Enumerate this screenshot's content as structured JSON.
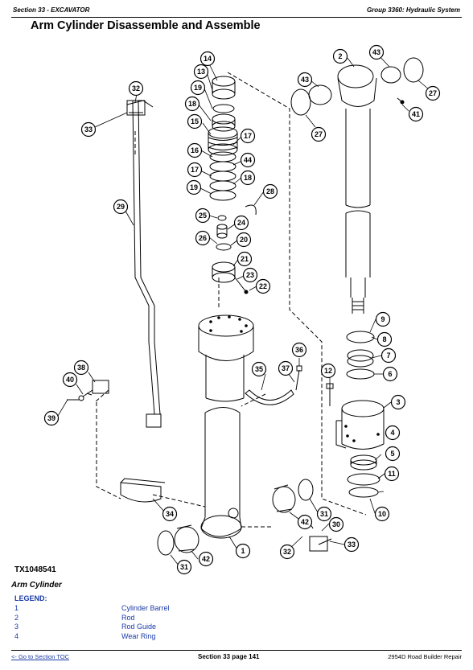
{
  "header": {
    "left": "Section 33 - EXCAVATOR",
    "right": "Group 3360: Hydraulic System"
  },
  "title": "Arm Cylinder Disassemble and Assemble",
  "figure_id": "TX1048541",
  "caption": "Arm Cylinder",
  "legend": {
    "heading": "LEGEND:",
    "items": [
      {
        "num": "1",
        "label": "Cylinder Barrel"
      },
      {
        "num": "2",
        "label": "Rod"
      },
      {
        "num": "3",
        "label": "Rod Guide"
      },
      {
        "num": "4",
        "label": "Wear Ring"
      }
    ]
  },
  "footer": {
    "toc_link": "<- Go to Section TOC",
    "page": "Section 33 page 141",
    "book": "2954D Road Builder Repair"
  },
  "callouts": [
    "14",
    "13",
    "19",
    "18",
    "15",
    "17",
    "16",
    "44",
    "17",
    "18",
    "19",
    "28",
    "25",
    "24",
    "26",
    "20",
    "21",
    "23",
    "22",
    "2",
    "43",
    "27",
    "43",
    "27",
    "41",
    "32",
    "33",
    "29",
    "9",
    "8",
    "7",
    "6",
    "3",
    "12",
    "36",
    "35",
    "37",
    "38",
    "40",
    "39",
    "4",
    "5",
    "11",
    "10",
    "31",
    "30",
    "42",
    "34",
    "1",
    "42",
    "31",
    "32",
    "33"
  ]
}
